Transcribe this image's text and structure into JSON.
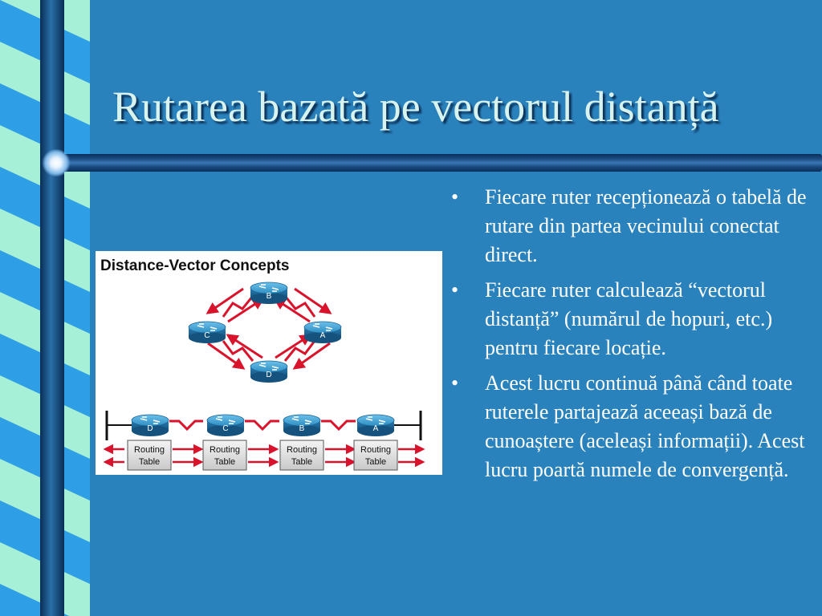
{
  "slide": {
    "title": "Rutarea bazată pe vectorul distanță",
    "bullet_symbol": "•",
    "bullets": [
      "Fiecare ruter recepționează o tabelă de rutare din partea vecinului conectat direct.",
      "Fiecare ruter calculează “vectorul distanță” (numărul de hopuri, etc.) pentru fiecare locație.",
      "Acest lucru continuă până când toate ruterele partajează aceeași bază de cunoaștere (aceleași informații). Acest lucru poartă numele de convergență."
    ]
  },
  "diagram": {
    "title": "Distance-Vector Concepts",
    "ring_routers": [
      "B",
      "C",
      "A",
      "D"
    ],
    "chain_routers": [
      "D",
      "C",
      "B",
      "A"
    ],
    "table_line1": "Routing",
    "table_line2": "Table"
  },
  "colors": {
    "background": "#2a82bd",
    "title_text": "#d8f3ee",
    "band_stripe_light": "#a6f0d8",
    "band_stripe_blue": "#2e9fe6",
    "band_pole": "#0f4f86",
    "link_red": "#d9132b",
    "router_blue": "#2f8fc3"
  }
}
